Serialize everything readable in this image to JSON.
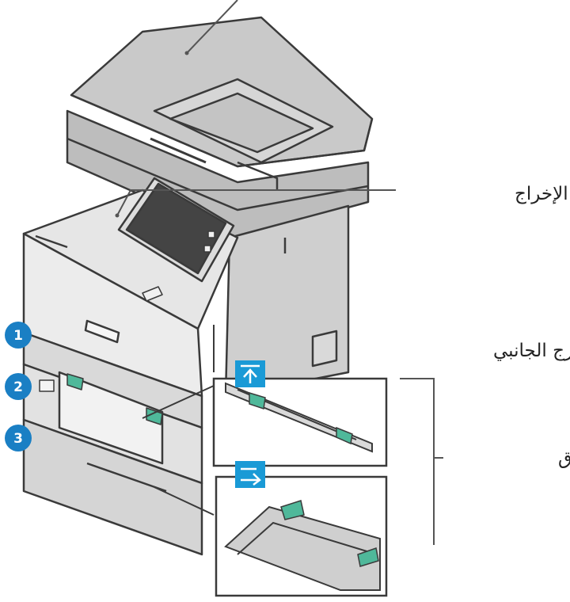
{
  "labels": {
    "output_tray": "درج الإخراج",
    "side_tray": "الدرج الجانبي",
    "paper_trays": "أدراج الورق"
  },
  "tray_badges": [
    "1",
    "2",
    "3"
  ],
  "colors": {
    "badge_blue": "#1a7fc4",
    "icon_blue": "#1a9ad6",
    "accent_green": "#4fb89a",
    "outline": "#3a3a3a",
    "body_light": "#ececec",
    "body_mid": "#cfcfcf",
    "body_dark": "#a9a9a9",
    "screen": "#444444"
  },
  "icons": [
    "tray-up-arrow-icon",
    "tray-feed-arrow-icon"
  ]
}
